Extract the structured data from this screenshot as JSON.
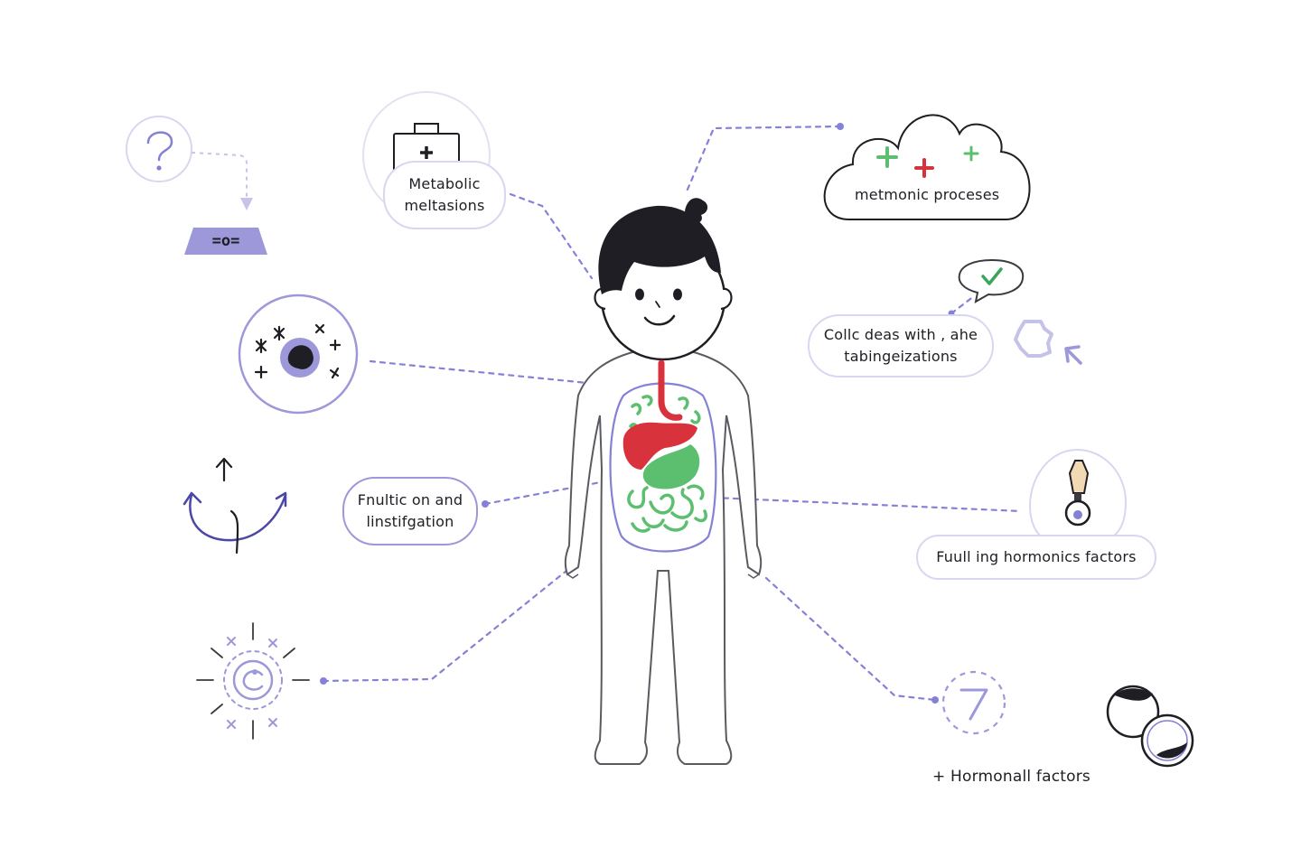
{
  "labels": {
    "metabolic": "Metabolic\nmeltasions",
    "cloud": "metmonic proceses",
    "collc": "Collc deas with , ahe\ntabingeizations",
    "fnultic": "Fnultic on and\nlinstifgation",
    "fuull": "Fuull ing hormonics factors",
    "hormonal": "+  Hormonall factors"
  },
  "colors": {
    "accent": "#8481d6",
    "accent_light": "#d9d6ef",
    "liver": "#d8323c",
    "gut": "#5cbf70",
    "outline": "#1e1e24",
    "body_outline": "#5a5a60"
  },
  "icons": [
    "question-icon",
    "device-icon",
    "first-aid-kit-icon",
    "cloud-icon",
    "check-speech-bubble-icon",
    "gear-icon",
    "cursor-icon",
    "particles-circle-icon",
    "arrows-icon",
    "sun-ring-icon",
    "thermometer-icon",
    "question-circle-icon",
    "cells-icon"
  ]
}
